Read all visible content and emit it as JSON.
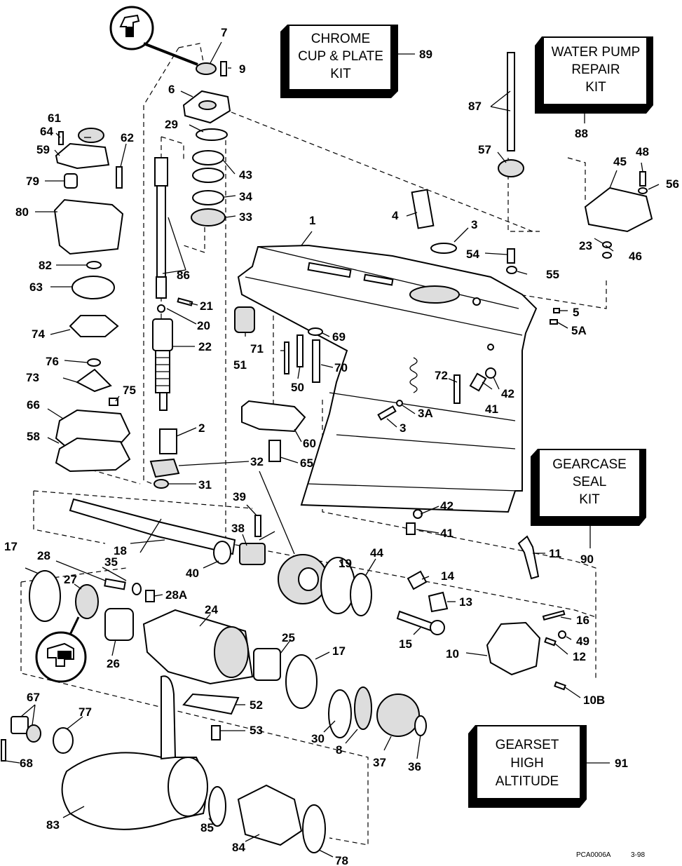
{
  "kits": {
    "chrome": [
      "CHROME",
      "CUP & PLATE",
      "KIT"
    ],
    "chrome_ref": "89",
    "water_pump": [
      "WATER PUMP",
      "REPAIR",
      "KIT"
    ],
    "water_pump_ref": "88",
    "seal": [
      "GEARCASE",
      "SEAL",
      "KIT"
    ],
    "seal_ref": "90",
    "gearset": [
      "GEARSET",
      "HIGH",
      "ALTITUDE"
    ],
    "gearset_ref": "91"
  },
  "callouts": {
    "c1": "1",
    "c2": "2",
    "c3a": "3",
    "c3b": "3",
    "c3A": "3A",
    "c4": "4",
    "c5": "5",
    "c5A": "5A",
    "c6": "6",
    "c7": "7",
    "c8": "8",
    "c9": "9",
    "c10": "10",
    "c10B": "10B",
    "c11": "11",
    "c12": "12",
    "c13": "13",
    "c14": "14",
    "c15": "15",
    "c16": "16",
    "c17a": "17",
    "c17b": "17",
    "c18": "18",
    "c19": "19",
    "c20": "20",
    "c21": "21",
    "c22": "22",
    "c23": "23",
    "c24": "24",
    "c25": "25",
    "c26": "26",
    "c27": "27",
    "c28": "28",
    "c28A": "28A",
    "c29": "29",
    "c30": "30",
    "c31": "31",
    "c32": "32",
    "c33": "33",
    "c34": "34",
    "c35": "35",
    "c36": "36",
    "c37": "37",
    "c38": "38",
    "c39": "39",
    "c40": "40",
    "c41a": "41",
    "c41b": "41",
    "c42a": "42",
    "c42b": "42",
    "c43": "43",
    "c44": "44",
    "c45": "45",
    "c46": "46",
    "c48": "48",
    "c49": "49",
    "c50": "50",
    "c51": "51",
    "c52": "52",
    "c53": "53",
    "c54": "54",
    "c55": "55",
    "c56": "56",
    "c57": "57",
    "c58": "58",
    "c59": "59",
    "c60": "60",
    "c61": "61",
    "c62": "62",
    "c63": "63",
    "c64": "64",
    "c65": "65",
    "c66": "66",
    "c67": "67",
    "c68": "68",
    "c69": "69",
    "c70": "70",
    "c71": "71",
    "c72": "72",
    "c73": "73",
    "c74": "74",
    "c75": "75",
    "c76": "76",
    "c77": "77",
    "c78": "78",
    "c79": "79",
    "c80": "80",
    "c82": "82",
    "c83": "83",
    "c84": "84",
    "c85": "85",
    "c86": "86",
    "c87": "87"
  },
  "footer": {
    "code": "PCA0006A",
    "date": "3-98"
  }
}
